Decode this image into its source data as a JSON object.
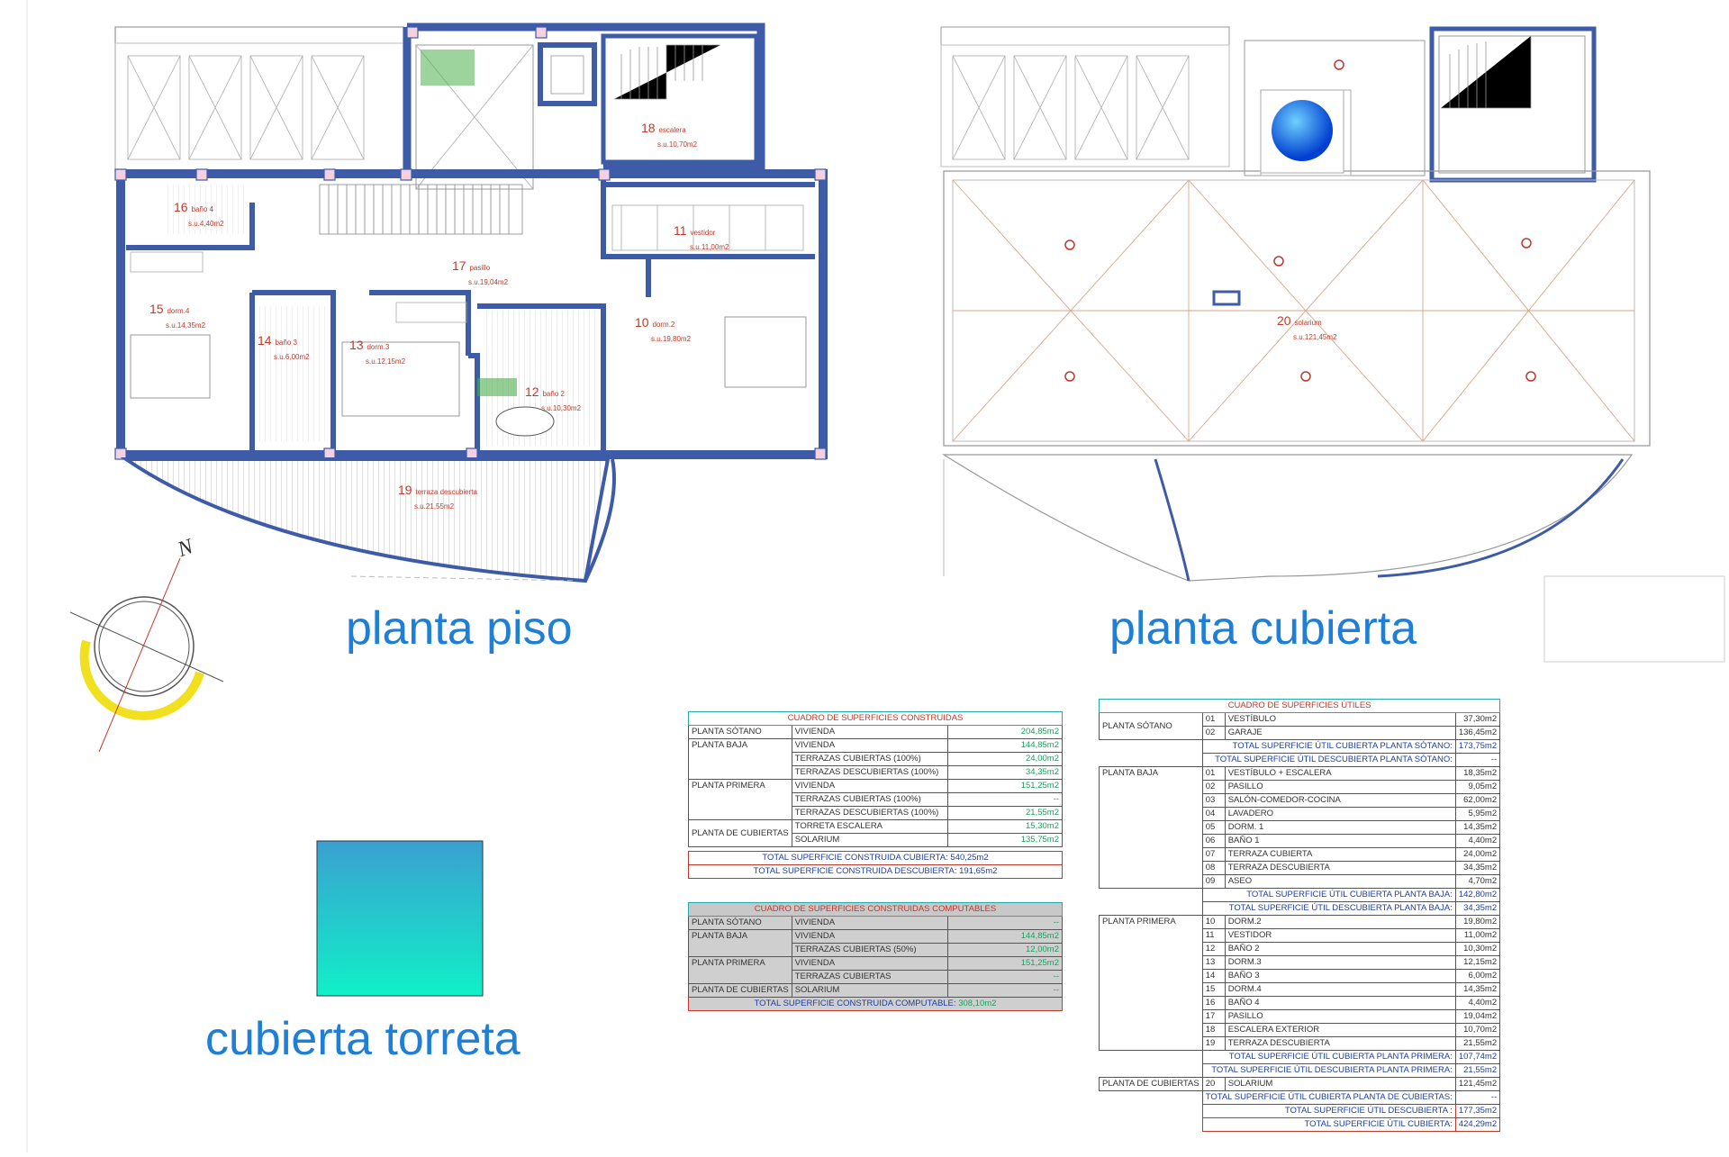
{
  "labels": {
    "planta_piso": "planta piso",
    "planta_cubierta": "planta cubierta",
    "cubierta_torreta": "cubierta torreta",
    "north": "N"
  },
  "colors": {
    "wall": "#3e5ba8",
    "room_text": "#c0392b",
    "big_text": "#1f7fd6",
    "sun_arc": "#f0e020",
    "torreta_top": "#3aa0d0",
    "torreta_bottom": "#10f0c8",
    "pool": "#1060e0"
  },
  "rooms_piso": [
    {
      "num": "16",
      "name": "baño 4",
      "area": "s.u.4,40m2"
    },
    {
      "num": "17",
      "name": "pasillo",
      "area": "s.u.19,04m2"
    },
    {
      "num": "18",
      "name": "escalera",
      "area": "s.u.10,70m2"
    },
    {
      "num": "11",
      "name": "vestidor",
      "area": "s.u.11,00m2"
    },
    {
      "num": "15",
      "name": "dorm.4",
      "area": "s.u.14,35m2"
    },
    {
      "num": "14",
      "name": "baño 3",
      "area": "s.u.6,00m2"
    },
    {
      "num": "13",
      "name": "dorm.3",
      "area": "s.u.12,15m2"
    },
    {
      "num": "10",
      "name": "dorm.2",
      "area": "s.u.19,80m2"
    },
    {
      "num": "12",
      "name": "baño 2",
      "area": "s.u.10,30m2"
    },
    {
      "num": "19",
      "name": "terraza descubierta",
      "area": "s.u.21,55m2"
    }
  ],
  "room_cubierta": {
    "num": "20",
    "name": "solarium",
    "area": "s.u.121,45m2"
  },
  "construidas": {
    "title": "CUADRO DE SUPERFICIES CONSTRUIDAS",
    "rows": [
      [
        "PLANTA SÓTANO",
        "VIVIENDA",
        "204,85m2"
      ],
      [
        "PLANTA BAJA",
        "VIVIENDA",
        "144,85m2"
      ],
      [
        "",
        "TERRAZAS CUBIERTAS (100%)",
        "24,00m2"
      ],
      [
        "",
        "TERRAZAS DESCUBIERTAS (100%)",
        "34,35m2"
      ],
      [
        "PLANTA PRIMERA",
        "VIVIENDA",
        "151,25m2"
      ],
      [
        "",
        "TERRAZAS CUBIERTAS (100%)",
        "--"
      ],
      [
        "",
        "TERRAZAS DESCUBIERTAS (100%)",
        "21,55m2"
      ],
      [
        "PLANTA DE CUBIERTAS",
        "TORRETA ESCALERA",
        "15,30m2"
      ],
      [
        "",
        "SOLARIUM",
        "135,75m2"
      ]
    ],
    "total_cubierta": "TOTAL SUPERFICIE CONSTRUIDA CUBIERTA: 540,25m2",
    "total_descubierta": "TOTAL SUPERFICIE CONSTRUIDA DESCUBIERTA: 191,65m2"
  },
  "computables": {
    "title": "CUADRO DE SUPERFICIES CONSTRUIDAS COMPUTABLES",
    "rows": [
      [
        "PLANTA SÓTANO",
        "VIVIENDA",
        "--"
      ],
      [
        "PLANTA BAJA",
        "VIVIENDA",
        "144,85m2"
      ],
      [
        "",
        "TERRAZAS CUBIERTAS (50%)",
        "12,00m2"
      ],
      [
        "PLANTA PRIMERA",
        "VIVIENDA",
        "151,25m2"
      ],
      [
        "",
        "TERRAZAS CUBIERTAS",
        "--"
      ],
      [
        "PLANTA DE CUBIERTAS",
        "SOLARIUM",
        "--"
      ]
    ],
    "total_label": "TOTAL SUPERFICIE CONSTRUIDA COMPUTABLE:",
    "total_value": "308,10m2"
  },
  "utiles": {
    "title": "CUADRO DE SUPERFICIES ÚTILES",
    "sotano": {
      "label": "PLANTA SÓTANO",
      "rows": [
        [
          "01",
          "VESTÍBULO",
          "37,30m2"
        ],
        [
          "02",
          "GARAJE",
          "136,45m2"
        ]
      ],
      "totals": [
        [
          "TOTAL SUPERFICIE ÚTIL CUBIERTA PLANTA SÓTANO:",
          "173,75m2"
        ],
        [
          "TOTAL SUPERFICIE ÚTIL DESCUBIERTA PLANTA SÓTANO:",
          "--"
        ]
      ]
    },
    "baja": {
      "label": "PLANTA BAJA",
      "rows": [
        [
          "01",
          "VESTÍBULO + ESCALERA",
          "18,35m2"
        ],
        [
          "02",
          "PASILLO",
          "9,05m2"
        ],
        [
          "03",
          "SALÓN-COMEDOR-COCINA",
          "62,00m2"
        ],
        [
          "04",
          "LAVADERO",
          "5,95m2"
        ],
        [
          "05",
          "DORM. 1",
          "14,35m2"
        ],
        [
          "06",
          "BAÑO 1",
          "4,40m2"
        ],
        [
          "07",
          "TERRAZA CUBIERTA",
          "24,00m2"
        ],
        [
          "08",
          "TERRAZA DESCUBIERTA",
          "34,35m2"
        ],
        [
          "09",
          "ASEO",
          "4,70m2"
        ]
      ],
      "totals": [
        [
          "TOTAL SUPERFICIE ÚTIL CUBIERTA PLANTA BAJA:",
          "142,80m2"
        ],
        [
          "TOTAL SUPERFICIE ÚTIL DESCUBIERTA PLANTA BAJA:",
          "34,35m2"
        ]
      ]
    },
    "primera": {
      "label": "PLANTA PRIMERA",
      "rows": [
        [
          "10",
          "DORM.2",
          "19,80m2"
        ],
        [
          "11",
          "VESTIDOR",
          "11,00m2"
        ],
        [
          "12",
          "BAÑO 2",
          "10,30m2"
        ],
        [
          "13",
          "DORM.3",
          "12,15m2"
        ],
        [
          "14",
          "BAÑO 3",
          "6,00m2"
        ],
        [
          "15",
          "DORM.4",
          "14,35m2"
        ],
        [
          "16",
          "BAÑO 4",
          "4,40m2"
        ],
        [
          "17",
          "PASILLO",
          "19,04m2"
        ],
        [
          "18",
          "ESCALERA EXTERIOR",
          "10,70m2"
        ],
        [
          "19",
          "TERRAZA DESCUBIERTA",
          "21,55m2"
        ]
      ],
      "totals": [
        [
          "TOTAL SUPERFICIE ÚTIL CUBIERTA PLANTA PRIMERA:",
          "107,74m2"
        ],
        [
          "TOTAL SUPERFICIE ÚTIL DESCUBIERTA PLANTA PRIMERA:",
          "21,55m2"
        ]
      ]
    },
    "cubiertas": {
      "label": "PLANTA DE CUBIERTAS",
      "rows": [
        [
          "20",
          "SOLARIUM",
          "121,45m2"
        ]
      ],
      "totals": [
        [
          "TOTAL SUPERFICIE ÚTIL CUBIERTA PLANTA DE CUBIERTAS:",
          "--"
        ]
      ]
    },
    "total_descubierta": [
      "TOTAL SUPERFICIE ÚTIL DESCUBIERTA :",
      "177,35m2"
    ],
    "total_cubierta": [
      "TOTAL SUPERFICIE ÚTIL CUBIERTA:",
      "424,29m2"
    ]
  }
}
